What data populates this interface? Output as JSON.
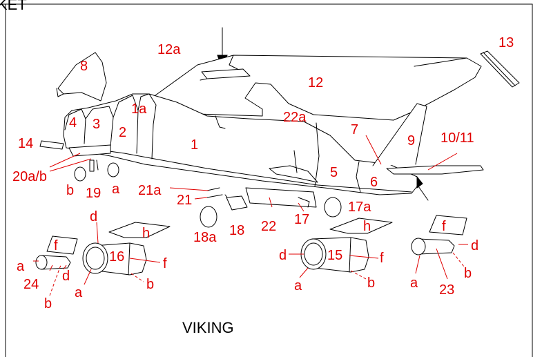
{
  "diagram": {
    "title": "VIKING",
    "header_fragment": "KET",
    "labels": [
      "12a",
      "13",
      "8",
      "12",
      "1a",
      "4",
      "3",
      "2",
      "22a",
      "7",
      "9",
      "10/11",
      "14",
      "1",
      "20a/b",
      "5",
      "6",
      "b",
      "19",
      "a",
      "21a",
      "21",
      "17a",
      "d",
      "18",
      "22",
      "17",
      "h",
      "f",
      "18a",
      "h",
      "f",
      "16",
      "d",
      "15",
      "f",
      "a",
      "d",
      "f",
      "d",
      "24",
      "a",
      "b",
      "a",
      "b",
      "b",
      "23",
      "b",
      "a",
      "b"
    ]
  }
}
